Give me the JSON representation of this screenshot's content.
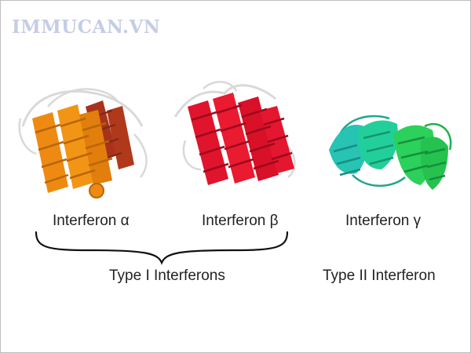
{
  "watermark": "IMMUCAN.VN",
  "colors": {
    "alpha": "#ee8a12",
    "alpha_dark": "#a8331a",
    "beta": "#e0142c",
    "gamma_cyan": "#27c4b4",
    "gamma_green": "#2bd15a",
    "loop": "#d9d9d9",
    "text": "#222222"
  },
  "proteins": [
    {
      "label": "Interferon α",
      "icon": "protein-helix-bundle"
    },
    {
      "label": "Interferon β",
      "icon": "protein-helix-bundle"
    },
    {
      "label": "Interferon γ",
      "icon": "protein-helix-bundle"
    }
  ],
  "groups": {
    "type1": "Type I Interferons",
    "type2": "Type II Interferon"
  }
}
